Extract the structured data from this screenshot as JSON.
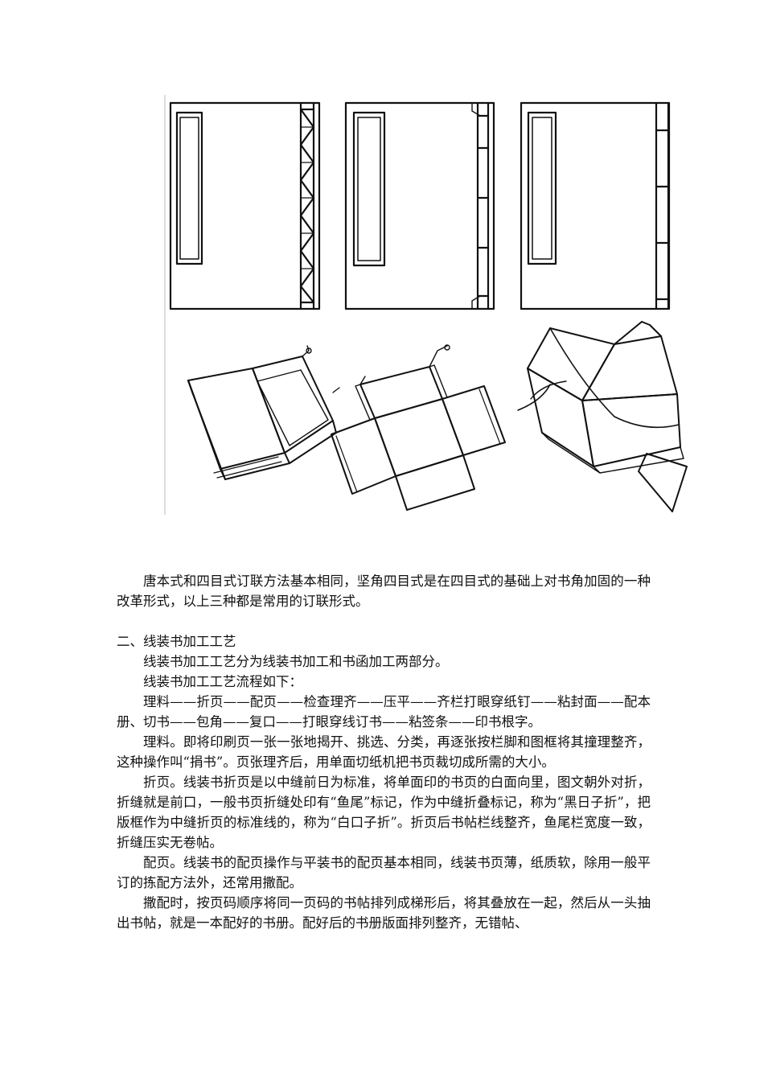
{
  "doc": {
    "paragraphs_top": [
      "唐本式和四目式订联方法基本相同，坚角四目式是在四目式的基础上对书角加固的一种改革形式，以上三种都是常用的订联形式。"
    ],
    "section_heading": "二、线装书加工工艺",
    "paragraphs": [
      "线装书加工工艺分为线装书加工和书函加工两部分。",
      "线装书加工工艺流程如下：",
      "理料——折页——配页——检查理齐——压平——齐栏打眼穿纸钉——粘封面——配本册、切书——包角——复口——打眼穿线订书——粘签条——印书根字。",
      "理料。即将印刷页一张一张地揭开、挑选、分类，再逐张按栏脚和图框将其撞理整齐，这种操作叫“捐书”。页张理齐后，用单面切纸机把书页裁切成所需的大小。",
      "折页。线装书折页是以中缝前日为标准，将单面印的书页的白面向里，图文朝外对折，折缝就是前口，一般书页折缝处印有“鱼尾”标记，作为中缝折叠标记，称为“黑日子折”，把版框作为中缝折页的标准线的，称为“白口子折”。折页后书帖栏线整齐，鱼尾栏宽度一致，折缝压实无卷帖。",
      "配页。线装书的配页操作与平装书的配页基本相同，线装书页薄，纸质软，除用一般平订的拣配方法外，还常用撒配。",
      "撒配时，按页码顺序将同一页码的书帖排列成梯形后，将其叠放在一起，然后从一头抽出书帖，就是一本配好的书册。配好后的书册版面排列整齐，无错帖、"
    ]
  }
}
